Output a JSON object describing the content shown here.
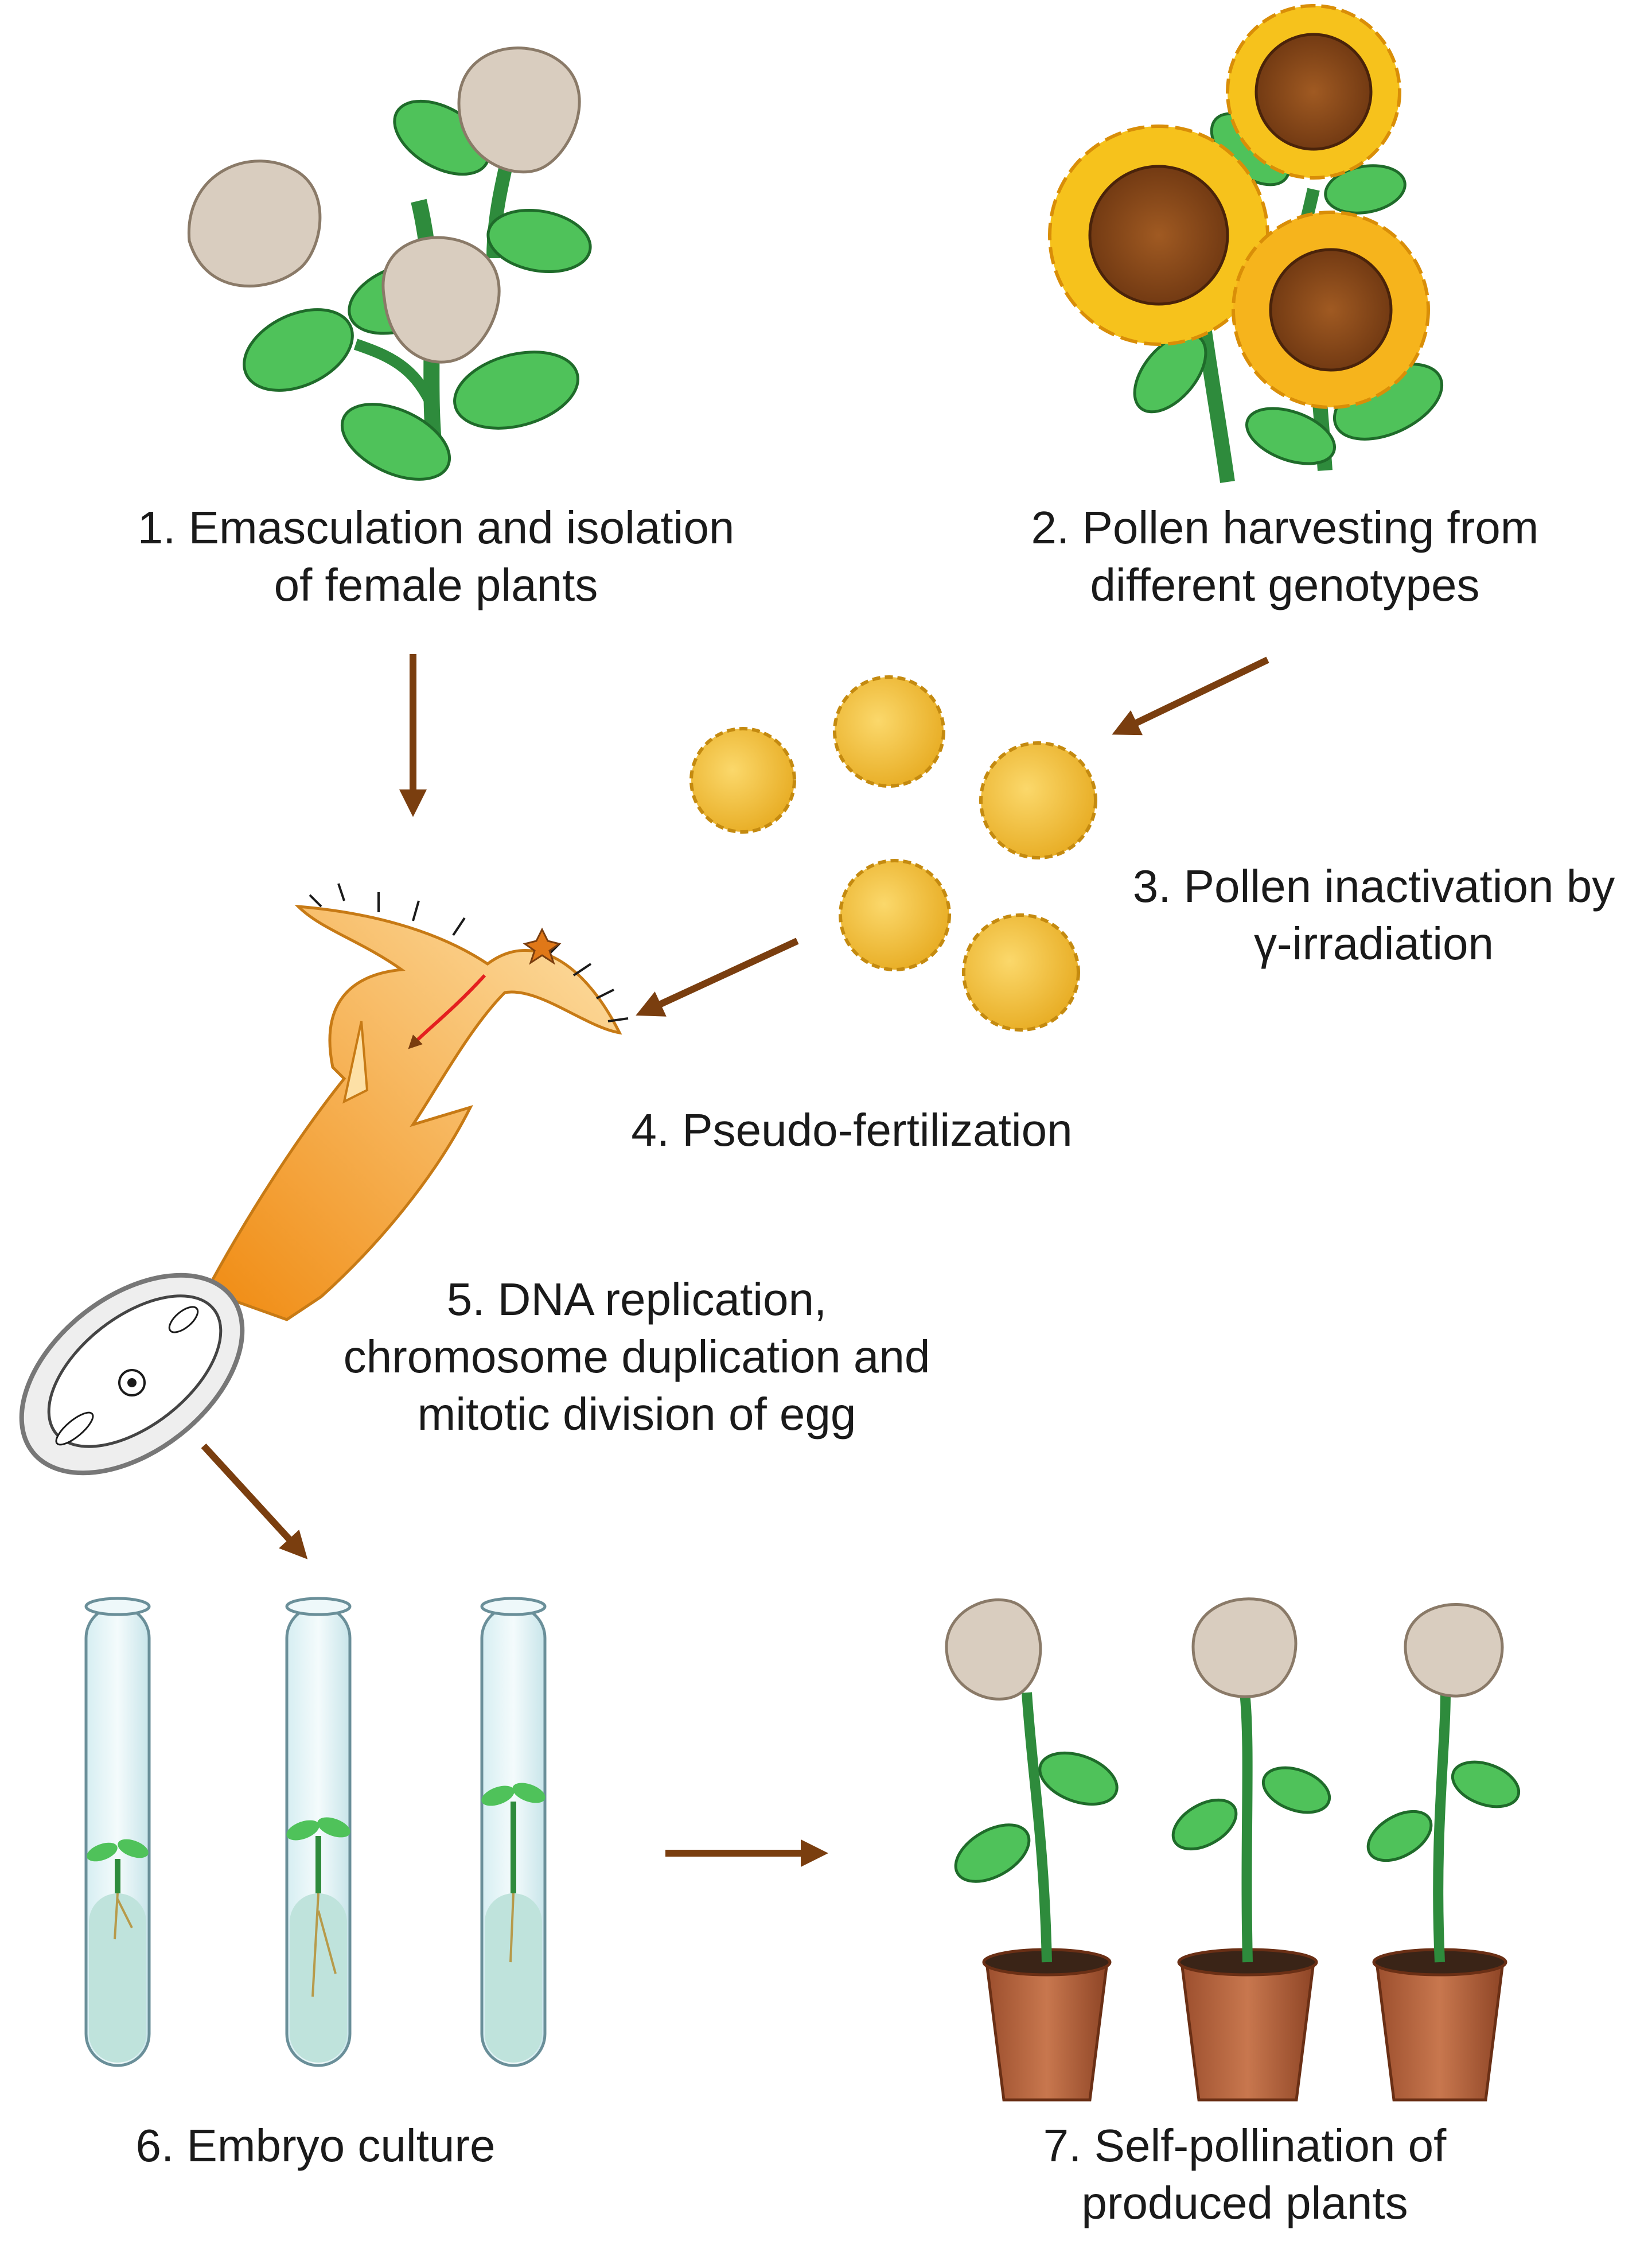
{
  "steps": {
    "s1": {
      "line1": "1. Emasculation and isolation",
      "line2": "of female plants"
    },
    "s2": {
      "line1": "2. Pollen harvesting from",
      "line2": "different genotypes"
    },
    "s3": {
      "line1": "3. Pollen inactivation by",
      "line2": "γ-irradiation"
    },
    "s4": {
      "line1": "4. Pseudo-fertilization"
    },
    "s5": {
      "line1": "5. DNA replication,",
      "line2": "chromosome duplication and",
      "line3": "mitotic division of egg"
    },
    "s6": {
      "line1": "6. Embryo culture"
    },
    "s7": {
      "line1": "7. Self-pollination of",
      "line2": "produced plants"
    }
  },
  "colors": {
    "arrow": "#7a3e0f",
    "leaf": "#4fc25a",
    "leaf_dark": "#2e8b3c",
    "bag": "#d9cdbf",
    "pollen": "#f2c13f",
    "sunflower_petal": "#f6c21c",
    "sunflower_center": "#8a4a16",
    "style": "#f7a72e",
    "tube_liquid": "#bfe3dc",
    "pot": "#b8643e"
  }
}
